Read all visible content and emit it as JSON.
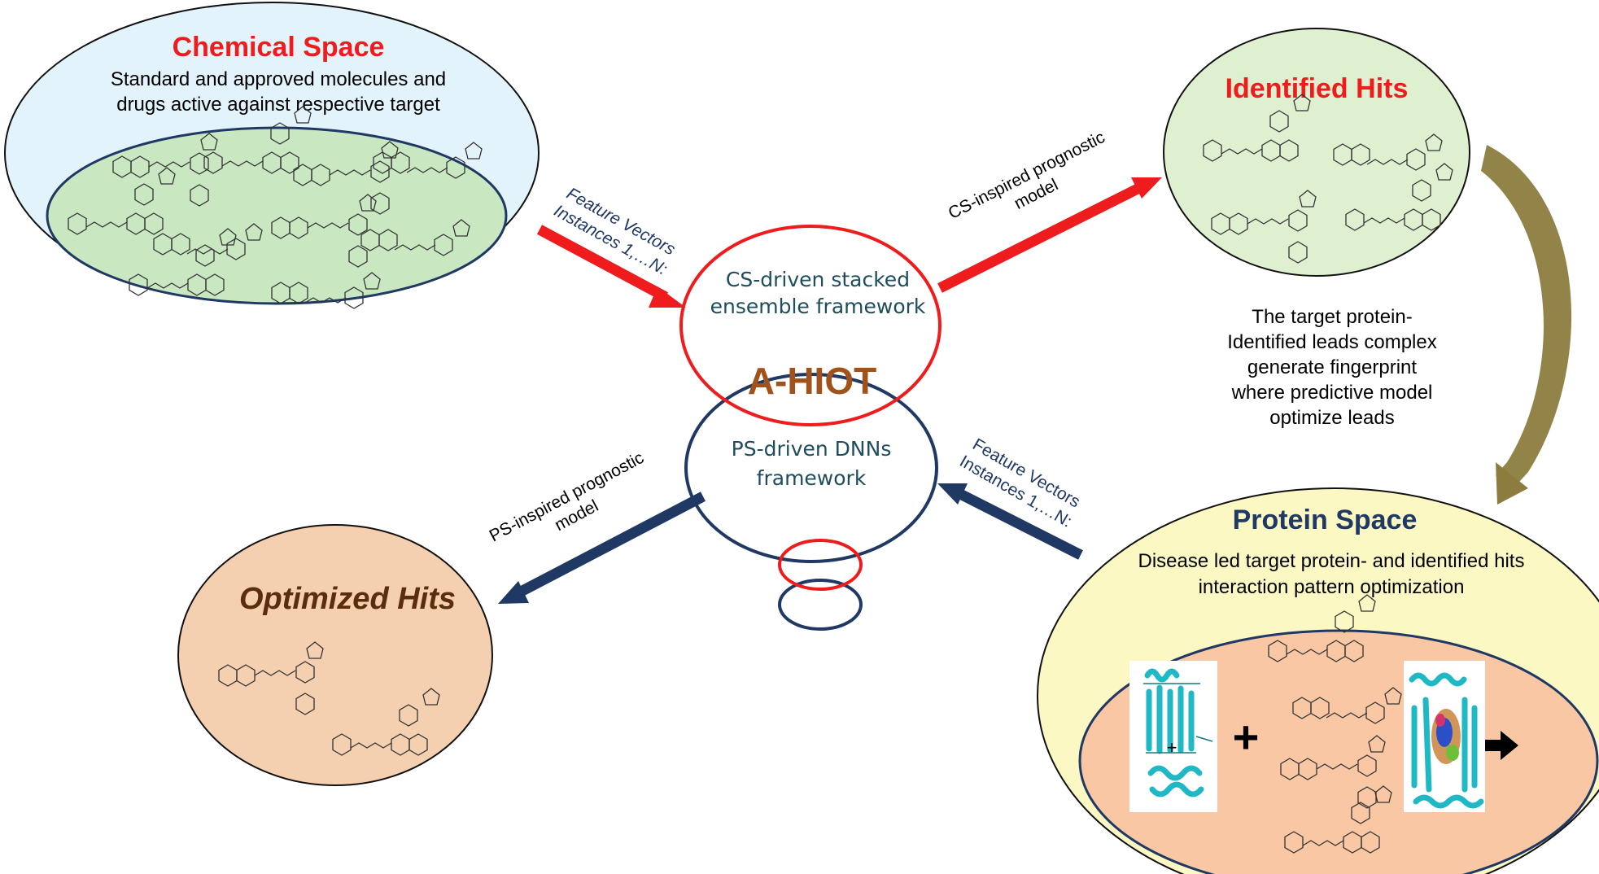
{
  "chemical_space": {
    "title": "Chemical Space",
    "line1": "Standard and approved molecules and",
    "line2": "drugs active against respective target"
  },
  "identified_hits": {
    "title": "Identified Hits"
  },
  "optimized_hits": {
    "title": "Optimized Hits"
  },
  "protein_space": {
    "title": "Protein Space",
    "line1": "Disease led target protein- and identified hits",
    "line2": "interaction pattern optimization"
  },
  "center": {
    "title": "A-HIOT",
    "cs_line1": "CS-driven stacked",
    "cs_line2": "ensemble framework",
    "ps_line1": "PS-driven DNNs",
    "ps_line2": "framework"
  },
  "arrows": {
    "feature_in_top": {
      "line1": "Feature Vectors",
      "line2": "Instances 1,…N:"
    },
    "cs_model": {
      "line1": "CS-inspired prognostic",
      "line2": "model"
    },
    "feature_in_bottom": {
      "line1": "Feature Vectors",
      "line2": "Instances 1,…N:"
    },
    "ps_model": {
      "line1": "PS-inspired prognostic",
      "line2": "model"
    }
  },
  "note": {
    "line1": "The target protein-",
    "line2": "Identified leads complex",
    "line3": "generate fingerprint",
    "line4": "where predictive model",
    "line5": "optimize leads"
  },
  "symbols": {
    "plus": "+"
  },
  "colors": {
    "red": "#ee1c1c",
    "navy": "#1f3864",
    "brown_title": "#a0521a",
    "olive_arrow": "#8c7d3e",
    "chem_outer": "#e3f3fb",
    "chem_inner": "#c9e8c2",
    "hits_fill": "#dff0d0",
    "opt_fill": "#f4cfb0",
    "prot_outer": "#fbf8c4",
    "prot_inner": "#f9c7a4",
    "protein_cyan": "#1fb8c4"
  }
}
